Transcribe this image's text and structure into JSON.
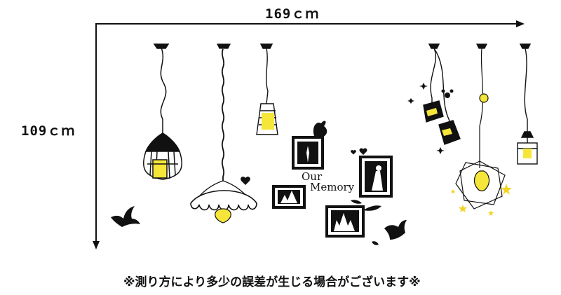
{
  "dimensions": {
    "width_label": "169ｃｍ",
    "height_label": "109ｃｍ"
  },
  "decal": {
    "memory_text_line1": "Our",
    "memory_text_line2": "Memory"
  },
  "note": "※測り方により多少の誤差が生じる場合がございます※",
  "colors": {
    "line": "#111111",
    "bulb_yellow": "#f6e63a",
    "star_yellow": "#f4d21f",
    "background": "#ffffff"
  }
}
